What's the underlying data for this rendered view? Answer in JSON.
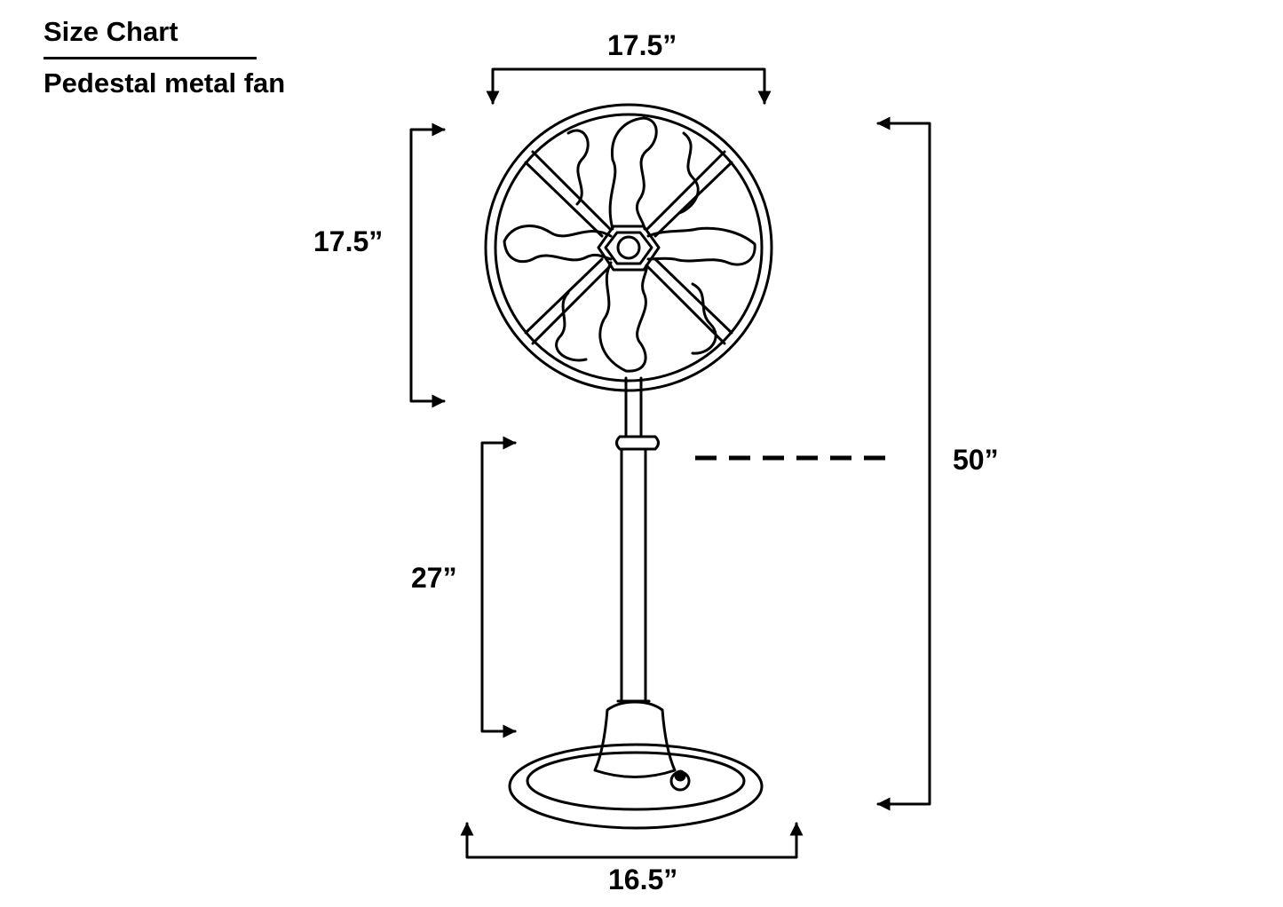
{
  "header": {
    "title": "Size Chart",
    "subtitle": "Pedestal metal fan"
  },
  "dimensions": {
    "head_width": "17.5”",
    "head_height": "17.5”",
    "pole_height": "27”",
    "total_height": "50”",
    "base_width": "16.5”"
  },
  "colors": {
    "line": "#000000",
    "background": "#ffffff"
  }
}
